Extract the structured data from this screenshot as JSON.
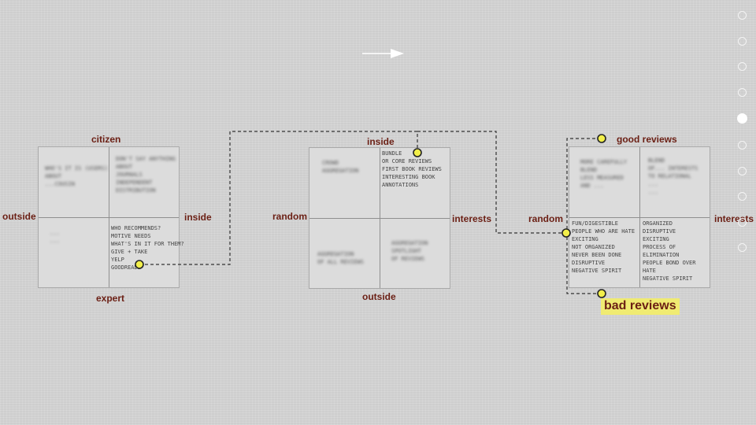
{
  "diagrams": [
    {
      "labels": {
        "top": "citizen",
        "bottom": "expert",
        "left": "outside",
        "right": "inside"
      },
      "quadrants": {
        "top_left": [
          "who's it is (users)",
          "about",
          "...cousin"
        ],
        "top_right": [
          "don't say anything",
          "about",
          "journals",
          "independent",
          "distribution"
        ],
        "bottom_left": [
          "...",
          "..."
        ],
        "bottom_right": [
          "who recommends?",
          "motive needs",
          "what's in it for them?",
          "give + take",
          "yelp",
          "goodreads"
        ]
      }
    },
    {
      "labels": {
        "top": "inside",
        "bottom": "outside",
        "left": "random",
        "right": "interests"
      },
      "quadrants": {
        "top_left": [
          "crowd",
          "aggregation"
        ],
        "top_right": [
          "bundle",
          "or core reviews",
          "first book reviews",
          "interesting book",
          "annotations"
        ],
        "bottom_left": [
          "aggregation",
          "of all reviews"
        ],
        "bottom_right": [
          "aggregation",
          "spotlight",
          "of reviews"
        ]
      }
    },
    {
      "labels": {
        "top": "good reviews",
        "bottom": "bad reviews",
        "left": "random",
        "right": "interests"
      },
      "quadrants": {
        "top_left": [
          "more carefully",
          "blend",
          "less measured",
          "and ..."
        ],
        "top_right": [
          "blend",
          "of... interests",
          "to relational",
          "...",
          "..."
        ],
        "bottom_left": [
          "fun/digestible",
          "people who are hate",
          "exciting",
          "not organized",
          "never been done",
          "disruptive",
          "negative spirit"
        ],
        "bottom_right": [
          "organized",
          "disruptive",
          "exciting",
          "process of",
          "elimination",
          "people bond over",
          "hate",
          "negative spirit"
        ]
      }
    }
  ],
  "nav": {
    "count": 10,
    "active_index": 4
  },
  "colors": {
    "label": "#6b1f14",
    "highlight": "#f0eb72",
    "point": "#f2ef4a"
  },
  "icons": {
    "arrow": "arrow-right-icon"
  }
}
